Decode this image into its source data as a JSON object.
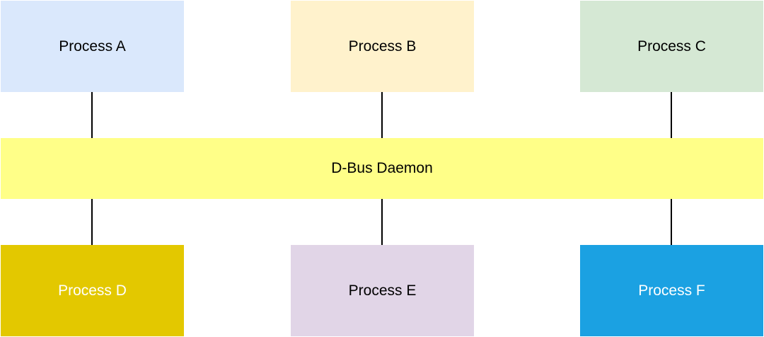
{
  "processes": {
    "a": {
      "label": "Process A",
      "fill": "#dae8fc",
      "text_color": "#000000"
    },
    "b": {
      "label": "Process B",
      "fill": "#fff2cc",
      "text_color": "#000000"
    },
    "c": {
      "label": "Process C",
      "fill": "#d5e8d4",
      "text_color": "#000000"
    },
    "d": {
      "label": "Process D",
      "fill": "#e3c800",
      "text_color": "#ffffff"
    },
    "e": {
      "label": "Process E",
      "fill": "#e1d5e7",
      "text_color": "#000000"
    },
    "f": {
      "label": "Process F",
      "fill": "#1ba1e2",
      "text_color": "#ffffff"
    }
  },
  "bus": {
    "label": "D-Bus Daemon",
    "fill": "#ffff88",
    "text_color": "#000000"
  },
  "connector_color": "#000000"
}
